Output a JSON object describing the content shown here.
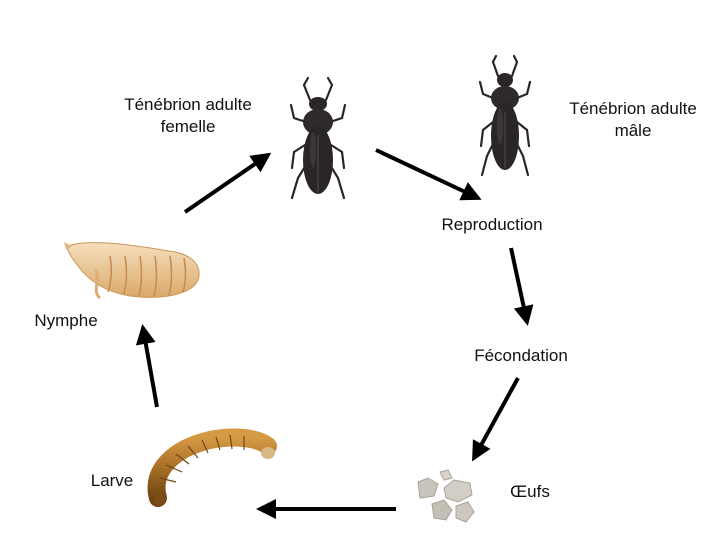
{
  "labels": {
    "female_line1": "Ténébrion adulte",
    "female_line2": "femelle",
    "male_line1": "Ténébrion adulte",
    "male_line2": "mâle",
    "reproduction": "Reproduction",
    "fecondation": "Fécondation",
    "oeufs": "Œufs",
    "larve": "Larve",
    "nymphe": "Nymphe"
  },
  "colors": {
    "arrow": "#000000",
    "beetle": "#2a2526",
    "larva": "#b07a2e",
    "pupa": "#e8c493",
    "eggs": "#c9c4bb"
  }
}
